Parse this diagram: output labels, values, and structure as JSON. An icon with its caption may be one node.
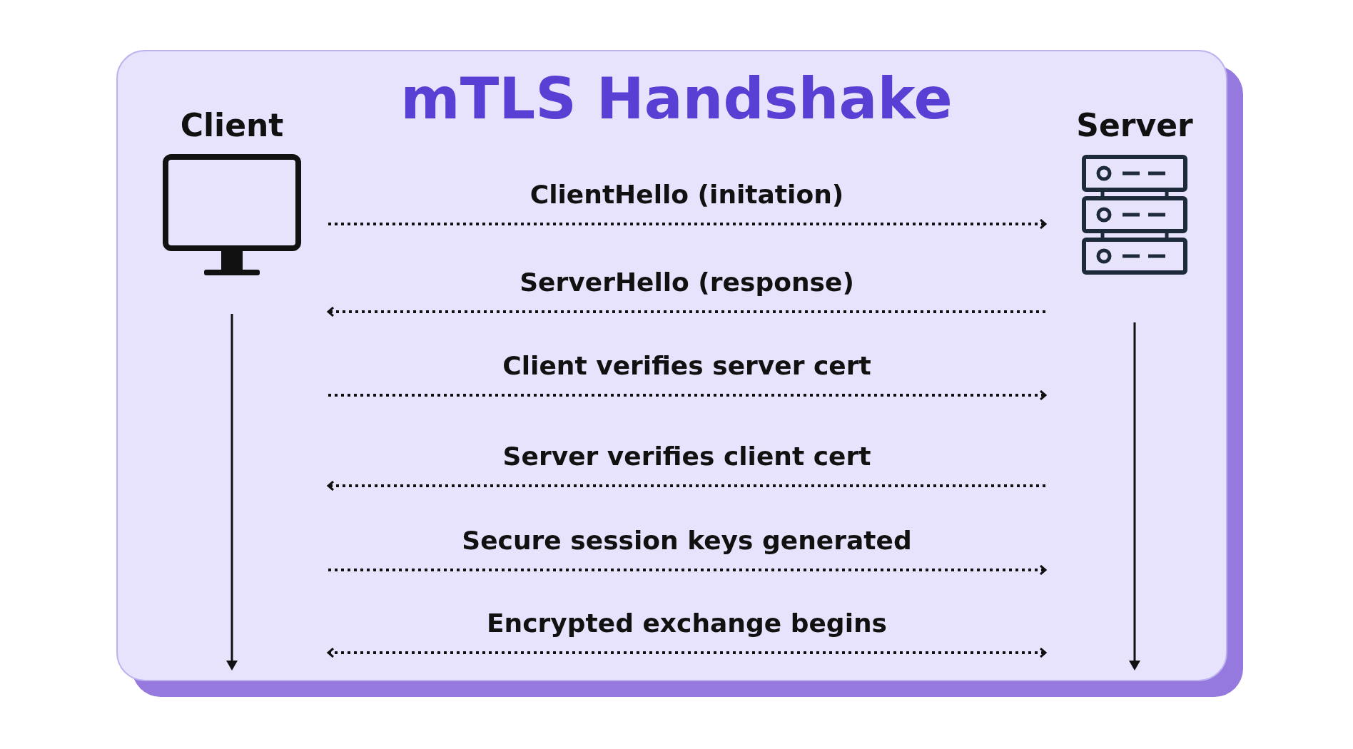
{
  "diagram": {
    "title": "mTLS Handshake",
    "nodes": [
      {
        "text": [
          "Client"
        ]
      },
      {
        "text": [
          "Server"
        ]
      }
    ],
    "edges": [
      {
        "from": 0,
        "to": 1,
        "arrow": "to",
        "label": "ClientHello (initation)",
        "style": "dashed"
      },
      {
        "from": 1,
        "to": 0,
        "arrow": "to",
        "label": "ServerHello (response)",
        "style": "dashed"
      },
      {
        "from": 0,
        "to": 1,
        "arrow": "to",
        "label": "Client verifies server cert",
        "style": "dashed"
      },
      {
        "from": 1,
        "to": 0,
        "arrow": "to",
        "label": "Server verifies client cert",
        "style": "dashed"
      },
      {
        "from": 0,
        "to": 1,
        "arrow": "to",
        "label": "Secure session keys generated",
        "style": "dashed"
      },
      {
        "from": 0,
        "to": 1,
        "arrow": "both",
        "label": "Encrypted exchange begins",
        "style": "dashed"
      }
    ]
  }
}
